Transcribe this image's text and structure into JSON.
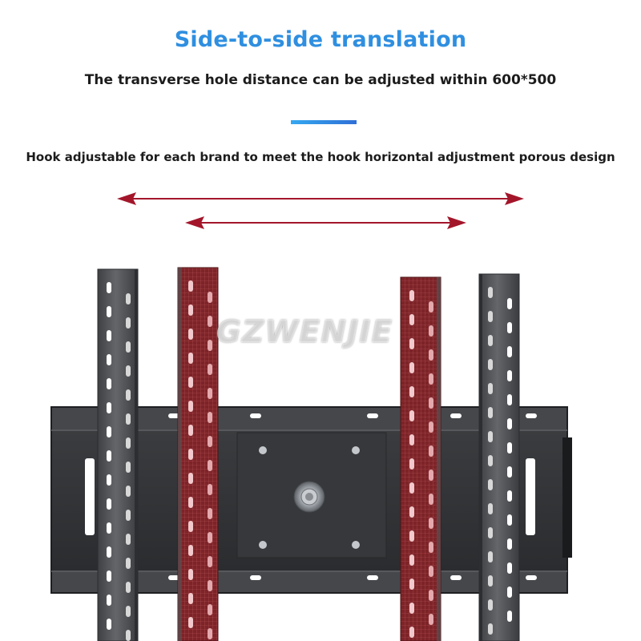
{
  "heading": {
    "title": "Side-to-side translation",
    "subtitle": "The transverse hole distance can be adjusted within 600*500"
  },
  "caption": "Hook adjustable for each brand to meet the hook horizontal adjustment porous design",
  "watermark": "GZWENJIE",
  "colors": {
    "title_blue": "#2f8fe0",
    "arrow_red": "#a3162a",
    "plate_dark": "#2f3134",
    "bar_gray": "#55575b",
    "bar_red": "#7d2428"
  }
}
